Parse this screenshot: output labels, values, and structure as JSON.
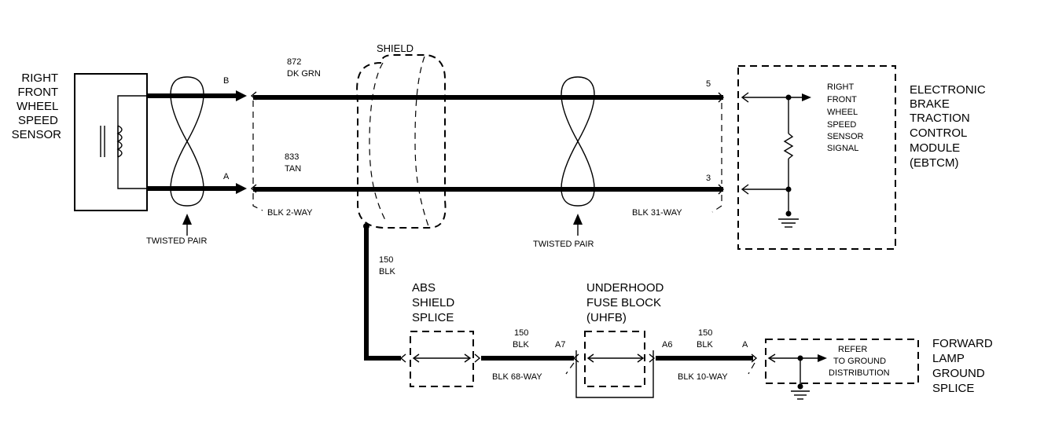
{
  "sensor": {
    "name_lines": [
      "RIGHT",
      "FRONT",
      "WHEEL",
      "SPEED",
      "SENSOR"
    ],
    "pin_b": "B",
    "pin_a": "A"
  },
  "wires": {
    "upper_circuit": "872",
    "upper_color": "DK GRN",
    "lower_circuit": "833",
    "lower_color": "TAN",
    "shield_circuit": "150",
    "shield_color": "BLK"
  },
  "shield": {
    "label": "SHIELD"
  },
  "twisted_pair": {
    "label": "TWISTED PAIR"
  },
  "connectors": {
    "sensor_connector": "BLK 2-WAY",
    "ebtcm_connector": "BLK 31-WAY",
    "ebtcm_pin_upper": "5",
    "ebtcm_pin_lower": "3",
    "uhfb_connector": "BLK 68-WAY",
    "uhfb_pin_in": "A7",
    "uhfb_pin_out": "A6",
    "ground_connector": "BLK 10-WAY",
    "ground_pin": "A"
  },
  "ebtcm": {
    "signal_lines": [
      "RIGHT",
      "FRONT",
      "WHEEL",
      "SPEED",
      "SENSOR",
      "SIGNAL"
    ],
    "name_lines": [
      "ELECTRONIC",
      "BRAKE",
      "TRACTION",
      "CONTROL",
      "MODULE",
      "(EBTCM)"
    ]
  },
  "abs_splice": {
    "label_lines": [
      "ABS",
      "SHIELD",
      "SPLICE"
    ]
  },
  "uhfb": {
    "label_lines": [
      "UNDERHOOD",
      "FUSE BLOCK",
      "(UHFB)"
    ]
  },
  "seg1": {
    "circuit": "150",
    "color": "BLK"
  },
  "seg2": {
    "circuit": "150",
    "color": "BLK"
  },
  "ground": {
    "refer_lines": [
      "REFER",
      "TO GROUND",
      "DISTRIBUTION"
    ],
    "name_lines": [
      "FORWARD",
      "LAMP",
      "GROUND",
      "SPLICE"
    ]
  }
}
